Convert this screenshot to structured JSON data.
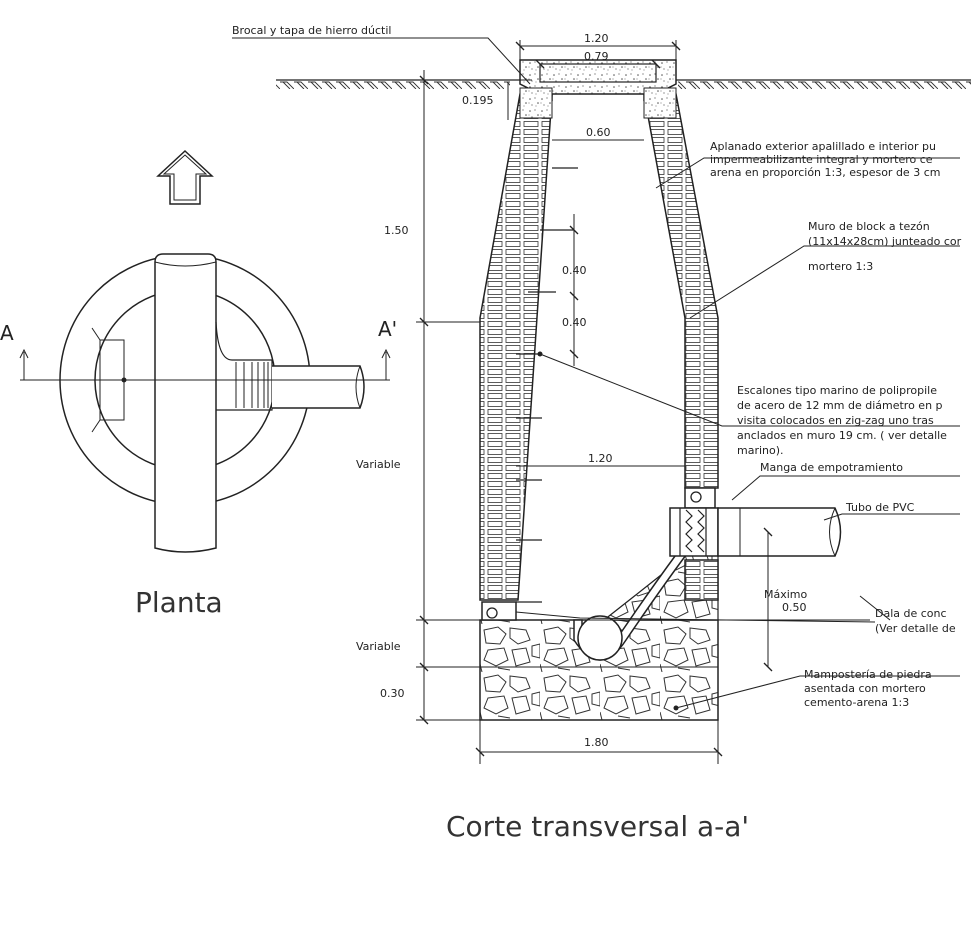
{
  "plan": {
    "title": "Planta",
    "section_left": "A",
    "section_right": "A'"
  },
  "section": {
    "title": "Corte transversal a-a'"
  },
  "dimensions": {
    "top_outer": "1.20",
    "top_inner": "0.79",
    "neck_inner": "0.60",
    "collar_height": "0.195",
    "upper_height": "1.50",
    "mid_height": "Variable",
    "base_variable": "Variable",
    "base_thickness": "0.30",
    "step_spacing_1": "0.40",
    "step_spacing_2": "0.40",
    "inner_width": "1.20",
    "base_width": "1.80",
    "max_label": "Máximo",
    "max_value": "0.50"
  },
  "labels": {
    "brocal": "Brocal y tapa  de hierro dúctil",
    "aplanado": [
      "Aplanado exterior apalillado e interior pu",
      "impermeabilizante integral y mortero ce",
      "arena en proporción 1:3, espesor de  3 cm"
    ],
    "muro": [
      "Muro de block a tezón",
      "(11x14x28cm) junteado cor",
      "mortero 1:3"
    ],
    "escalones": [
      "Escalones tipo marino de polipropile",
      "de acero de 12 mm de diámetro en p",
      "visita colocados en zig-zag uno tras",
      "anclados en muro 19 cm. ( ver detalle",
      "marino)."
    ],
    "manga": "Manga de empotramiento",
    "tubo": "Tubo de PVC",
    "dala": [
      "Dala de conc",
      "(Ver detalle de"
    ],
    "mamposteria": [
      "Mampostería de piedra",
      "asentada con mortero",
      "cemento-arena 1:3"
    ]
  }
}
